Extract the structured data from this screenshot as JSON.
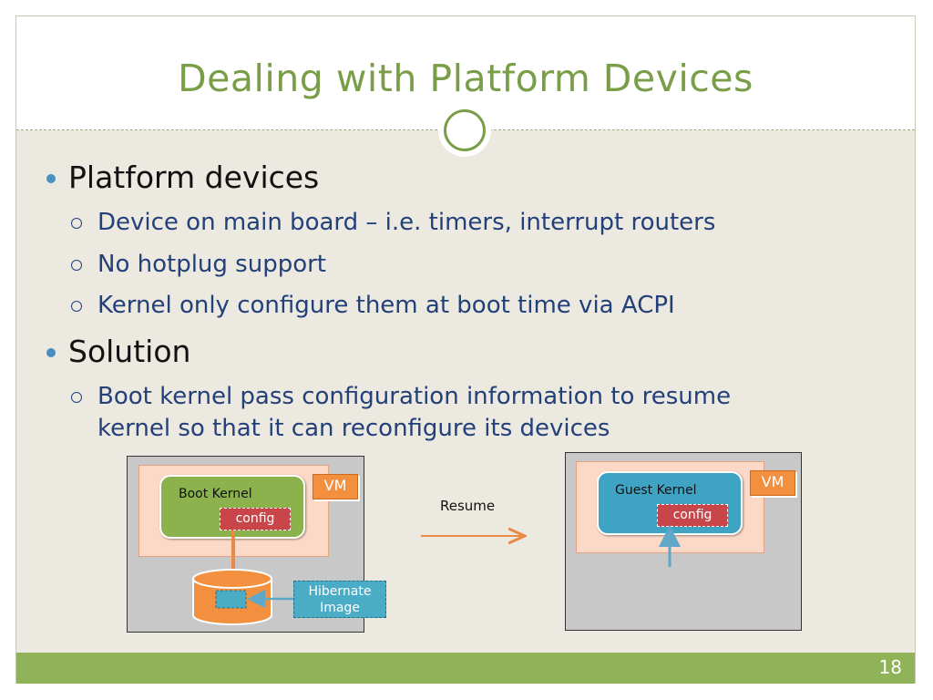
{
  "slide": {
    "title": "Dealing with Platform Devices",
    "page_number": "18"
  },
  "bullets": [
    {
      "text": "Platform devices",
      "sub": [
        "Device on main board – i.e. timers, interrupt routers",
        "No hotplug support",
        "Kernel only configure them at boot time via ACPI"
      ]
    },
    {
      "text": "Solution",
      "sub_lines": [
        "Boot kernel pass configuration information to resume",
        "kernel so that it can reconfigure its devices"
      ]
    }
  ],
  "diagram": {
    "left": {
      "vm_label": "VM",
      "kernel_label": "Boot Kernel",
      "config_label": "config",
      "image_label_line1": "Hibernate",
      "image_label_line2": "Image"
    },
    "arrow_label": "Resume",
    "right": {
      "vm_label": "VM",
      "kernel_label": "Guest Kernel",
      "config_label": "config"
    }
  },
  "colors": {
    "title": "#7a9e48",
    "footer": "#90b258",
    "content_background": "#ece9e0",
    "bullet_dot": "#4a8fc2",
    "sub_text": "#23407a",
    "boot_kernel": "#8bb24c",
    "guest_kernel": "#3fa3c4",
    "config": "#c8464a",
    "disk": "#f3903f",
    "vm_area": "#fcd8c6"
  }
}
